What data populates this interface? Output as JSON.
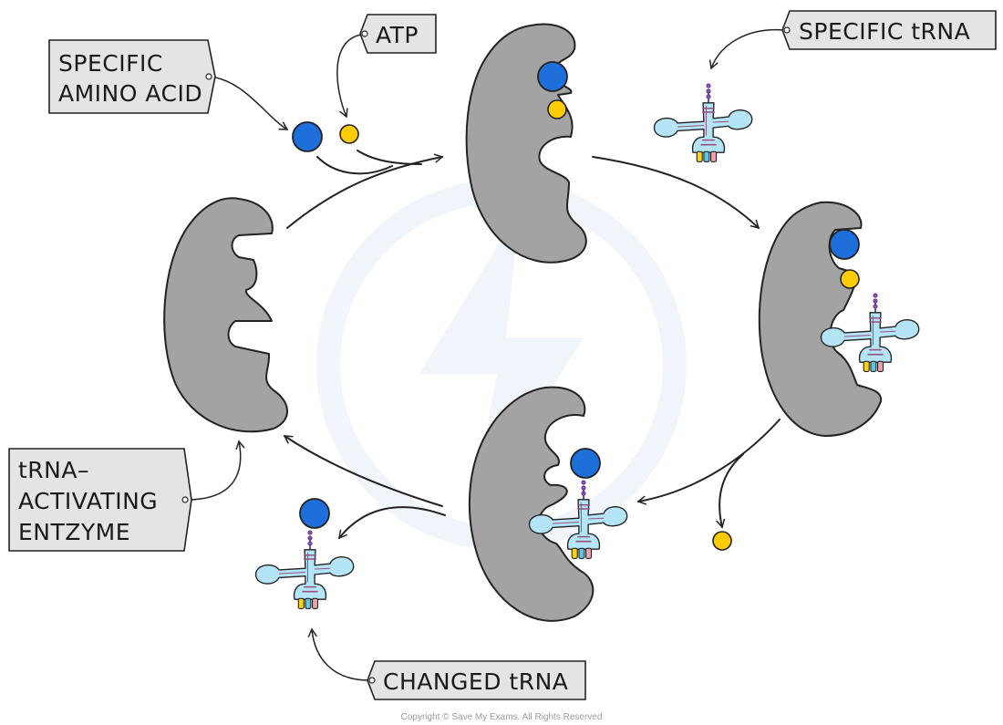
{
  "labels": {
    "amino_acid_line1": "SPECIFIC",
    "amino_acid_line2": "AMINO ACID",
    "atp": "ATP",
    "specific_trna": "SPECIFIC  tRNA",
    "enzyme_line1": "tRNA–",
    "enzyme_line2": "ACTIVATING",
    "enzyme_line3": "ENTZYME",
    "charged_trna": "CHANGED tRNA"
  },
  "copyright": "Copyright © Save My Exams. All Rights Reserved",
  "colors": {
    "enzyme": "#a3a3a3",
    "amino_acid": "#1e6fd9",
    "atp": "#ffcc00",
    "trna": "#b3e5f7",
    "label_box": "#e4e4e4"
  }
}
